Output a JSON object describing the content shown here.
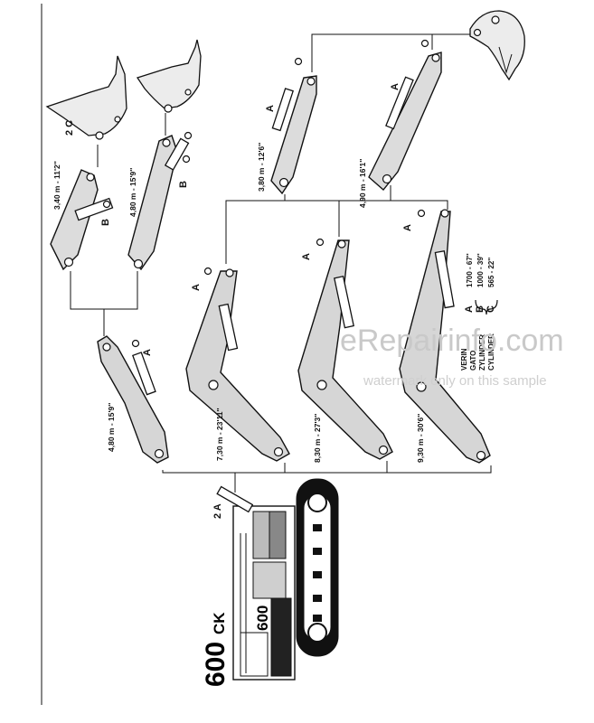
{
  "header": {
    "model_number": "600",
    "model_suffix": "CK"
  },
  "watermark": {
    "main": "eRepairinfo.com",
    "note": "watermark only on this sample"
  },
  "legend": {
    "rows": [
      {
        "words": "VERIN",
        "letter": "A",
        "value": "1700 - 67''"
      },
      {
        "words": "GATO",
        "letter": "B",
        "value": "1000 - 39''"
      },
      {
        "words": "ZYLINDER",
        "letter": "C",
        "value": "565 - 22''"
      },
      {
        "words": "CYLINDER",
        "letter": "",
        "value": ""
      }
    ]
  },
  "machine": {
    "cylinder_label": "2 A",
    "body_marking": "600"
  },
  "equipment": [
    {
      "id": "dipper-340",
      "length": "3,40 m - 11'2''",
      "cylinder": "B",
      "bucket_cylinder": "2 C"
    },
    {
      "id": "dipper-480a",
      "length": "4,80 m - 15'9''",
      "cylinder": "B"
    },
    {
      "id": "boom-480",
      "length": "4,80 m - 15'9''",
      "cylinder": "A"
    },
    {
      "id": "boom-730",
      "length": "7,30 m - 23'11''",
      "cylinder": "A"
    },
    {
      "id": "boom-830",
      "length": "8,30 m - 27'3''",
      "cylinder": "A"
    },
    {
      "id": "boom-930",
      "length": "9,30 m - 30'6''",
      "cylinder": "A"
    },
    {
      "id": "dipper-380",
      "length": "3,80 m - 12'6''",
      "cylinder": "A"
    },
    {
      "id": "dipper-490",
      "length": "4,90 m - 16'1''",
      "cylinder": "A"
    }
  ]
}
